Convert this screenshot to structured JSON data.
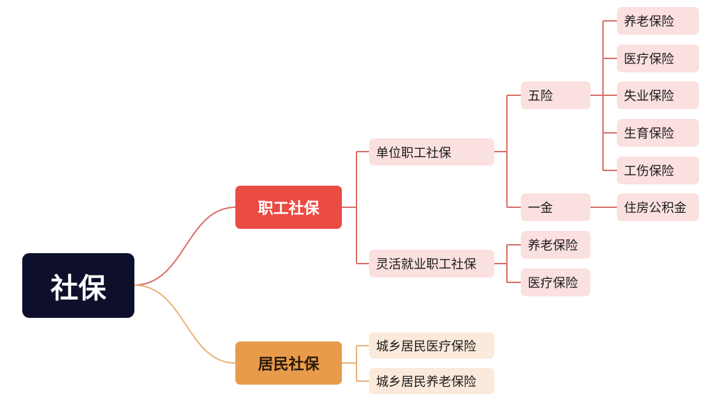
{
  "colors": {
    "root": "#0d0f2b",
    "employee_branch": "#ea4c44",
    "resident_branch": "#e89b4b",
    "employee_leaf": "#fbe0e0",
    "resident_leaf": "#fbeadb",
    "employee_line": "#d97068",
    "resident_line": "#e9b27a"
  },
  "mindmap": {
    "root": "社保",
    "employee": {
      "label": "职工社保",
      "unit": {
        "label": "单位职工社保",
        "five_insurances": {
          "label": "五险",
          "items": [
            "养老保险",
            "医疗保险",
            "失业保险",
            "生育保险",
            "工伤保险"
          ]
        },
        "one_fund": {
          "label": "一金",
          "items": [
            "住房公积金"
          ]
        }
      },
      "flexible": {
        "label": "灵活就业职工社保",
        "items": [
          "养老保险",
          "医疗保险"
        ]
      }
    },
    "resident": {
      "label": "居民社保",
      "items": [
        "城乡居民医疗保险",
        "城乡居民养老保险"
      ]
    }
  }
}
